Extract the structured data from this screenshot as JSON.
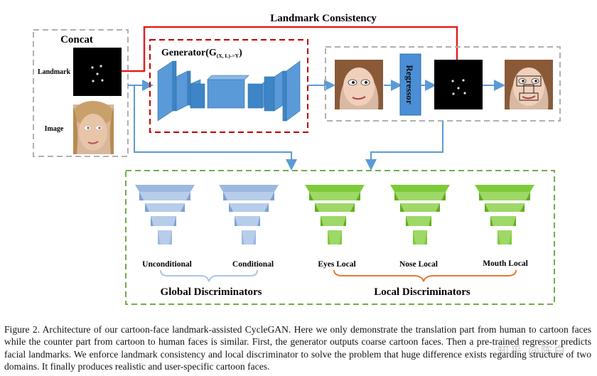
{
  "diagram": {
    "landmark_consistency": "Landmark Consistency",
    "concat_title": "Concat",
    "landmark_label": "Landmark",
    "image_label": "Image",
    "generator_label": "Generator(G",
    "generator_subscript": "(X, L)->Y",
    "generator_close": ")",
    "regressor_label": "Regressor",
    "disc": {
      "unconditional": "Unconditional",
      "conditional": "Conditional",
      "eyes_local": "Eyes Local",
      "nose_local": "Nose Local",
      "mouth_local": "Mouth Local",
      "global_title": "Global Discriminators",
      "local_title": "Local Discriminators"
    },
    "colors": {
      "red": "#e02020",
      "blue_arrow": "#5b9bd5",
      "generator_blue": "#3d85c6",
      "regressor_blue": "#4a8fd6",
      "disc_blue": "#9bb8e0",
      "disc_green": "#7ecb3a",
      "frame_green": "#70ad47",
      "brace_blue": "#a9c4e8",
      "brace_orange": "#e07b39"
    }
  },
  "caption": {
    "text": "Figure 2. Architecture of our cartoon-face landmark-assisted CycleGAN. Here we only demonstrate the translation part from human to cartoon faces while the counter part from cartoon to human faces is similar. First, the generator outputs coarse cartoon faces. Then a pre-trained regressor predicts facial landmarks. We enforce landmark consistency and local discriminator to solve the problem that huge difference exists regarding structure of two domains. It finally produces realistic and user-specific cartoon faces."
  },
  "watermark": "知乎 @陈白"
}
